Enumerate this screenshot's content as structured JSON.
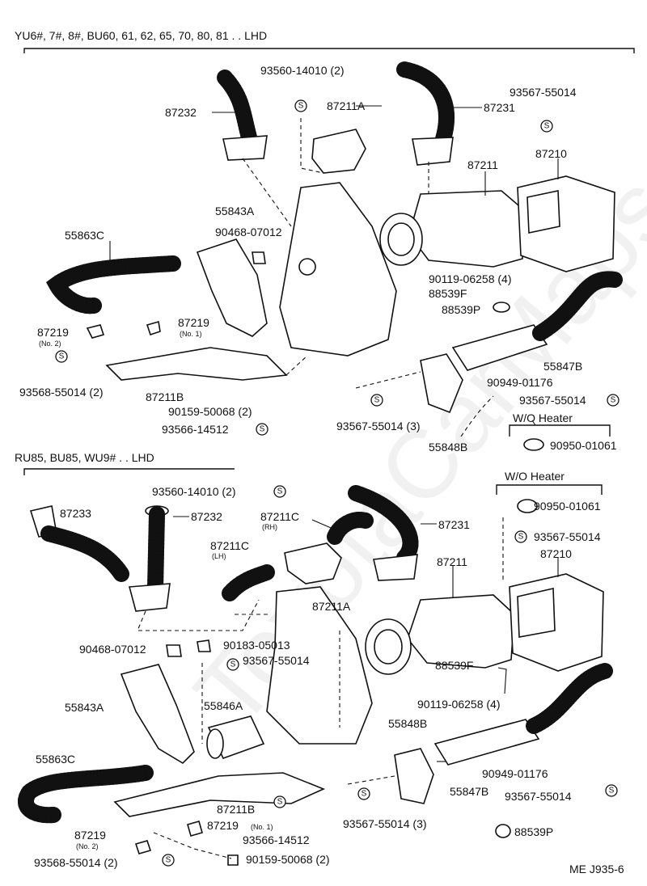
{
  "section1": {
    "title": "YU6#, 7#, 8#, BU60, 61, 62, 65, 70, 80, 81 . . LHD",
    "labels": {
      "p93560_14010": "93560-14010 (2)",
      "p87232": "87232",
      "p87211A": "87211A",
      "p87231": "87231",
      "p93567_55014_top": "93567-55014",
      "p87210": "87210",
      "p87211": "87211",
      "p55843A": "55843A",
      "p90468_07012": "90468-07012",
      "p55863C": "55863C",
      "p90119_06258": "90119-06258 (4)",
      "p88539F": "88539F",
      "p88539P": "88539P",
      "p87219_no2": "87219",
      "p87219_no2_sub": "(No. 2)",
      "p87219_no1": "87219",
      "p87219_no1_sub": "(No. 1)",
      "p55847B": "55847B",
      "p90949_01176": "90949-01176",
      "p93568_55014": "93568-55014 (2)",
      "p87211B": "87211B",
      "p93567_55014_right": "93567-55014",
      "p90159_50068": "90159-50068 (2)",
      "p93567_55014_3": "93567-55014 (3)",
      "wo_heater": "W/O Heater",
      "p93566_14512": "93566-14512",
      "p90950_01061": "90950-01061",
      "p55848B": "55848B"
    }
  },
  "section2": {
    "title": "RU85, BU85, WU9# . . LHD",
    "labels": {
      "wo_heater": "W/O Heater",
      "p93560_14010": "93560-14010 (2)",
      "p87233": "87233",
      "p87232": "87232",
      "p87211C_rh": "87211C",
      "p87211C_rh_sub": "(RH)",
      "p87231": "87231",
      "p90950_01061": "90950-01061",
      "p93567_55014_top": "93567-55014",
      "p87211C_lh": "87211C",
      "p87211C_lh_sub": "(LH)",
      "p87211": "87211",
      "p87210": "87210",
      "p87211A": "87211A",
      "p90468_07012": "90468-07012",
      "p90183_05013": "90183-05013",
      "p93567_55014_mid": "93567-55014",
      "p88539F": "88539F",
      "p90119_06258": "90119-06258 (4)",
      "p55843A": "55843A",
      "p55846A": "55846A",
      "p55848B": "55848B",
      "p55863C": "55863C",
      "p90949_01176": "90949-01176",
      "p55847B": "55847B",
      "p93567_55014_right": "93567-55014",
      "p87211B": "87211B",
      "p87219_no1": "87219",
      "p87219_no1_sub": "(No. 1)",
      "p93567_55014_3": "93567-55014 (3)",
      "p87219_no2": "87219",
      "p87219_no2_sub": "(No. 2)",
      "p93566_14512": "93566-14512",
      "p88539P": "88539P",
      "p93568_55014": "93568-55014 (2)",
      "p90159_50068": "90159-50068 (2)"
    }
  },
  "figure_code": "ME J935-6",
  "symbol_letter": "S"
}
